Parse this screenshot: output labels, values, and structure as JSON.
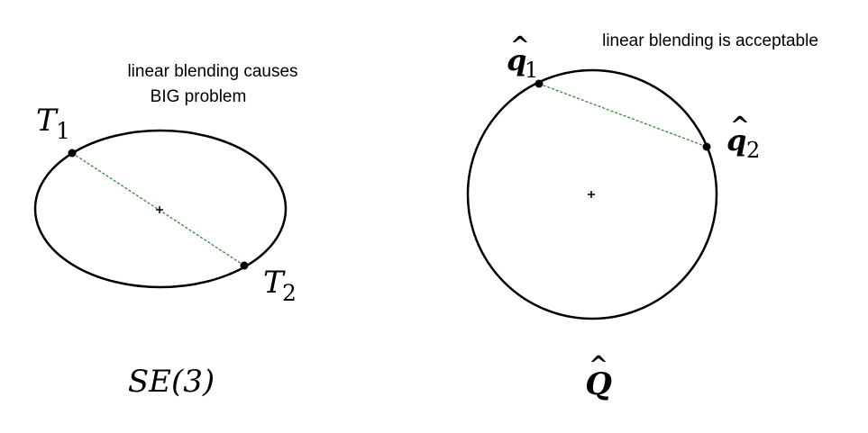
{
  "left_panel": {
    "caption_lines": [
      "linear blending causes",
      "BIG problem"
    ],
    "point1": {
      "base": "T",
      "sub": "1"
    },
    "point2": {
      "base": "T",
      "sub": "2"
    },
    "space_label": "SE(3)"
  },
  "right_panel": {
    "caption": "linear blending is acceptable",
    "point1": {
      "base": "q",
      "hat": "^",
      "sub": "1"
    },
    "point2": {
      "base": "q",
      "hat": "^",
      "sub": "2"
    },
    "space_label": "Q",
    "space_hat": "^"
  },
  "colors": {
    "curve": "#000000",
    "blend_line": "#2e8b2e"
  }
}
